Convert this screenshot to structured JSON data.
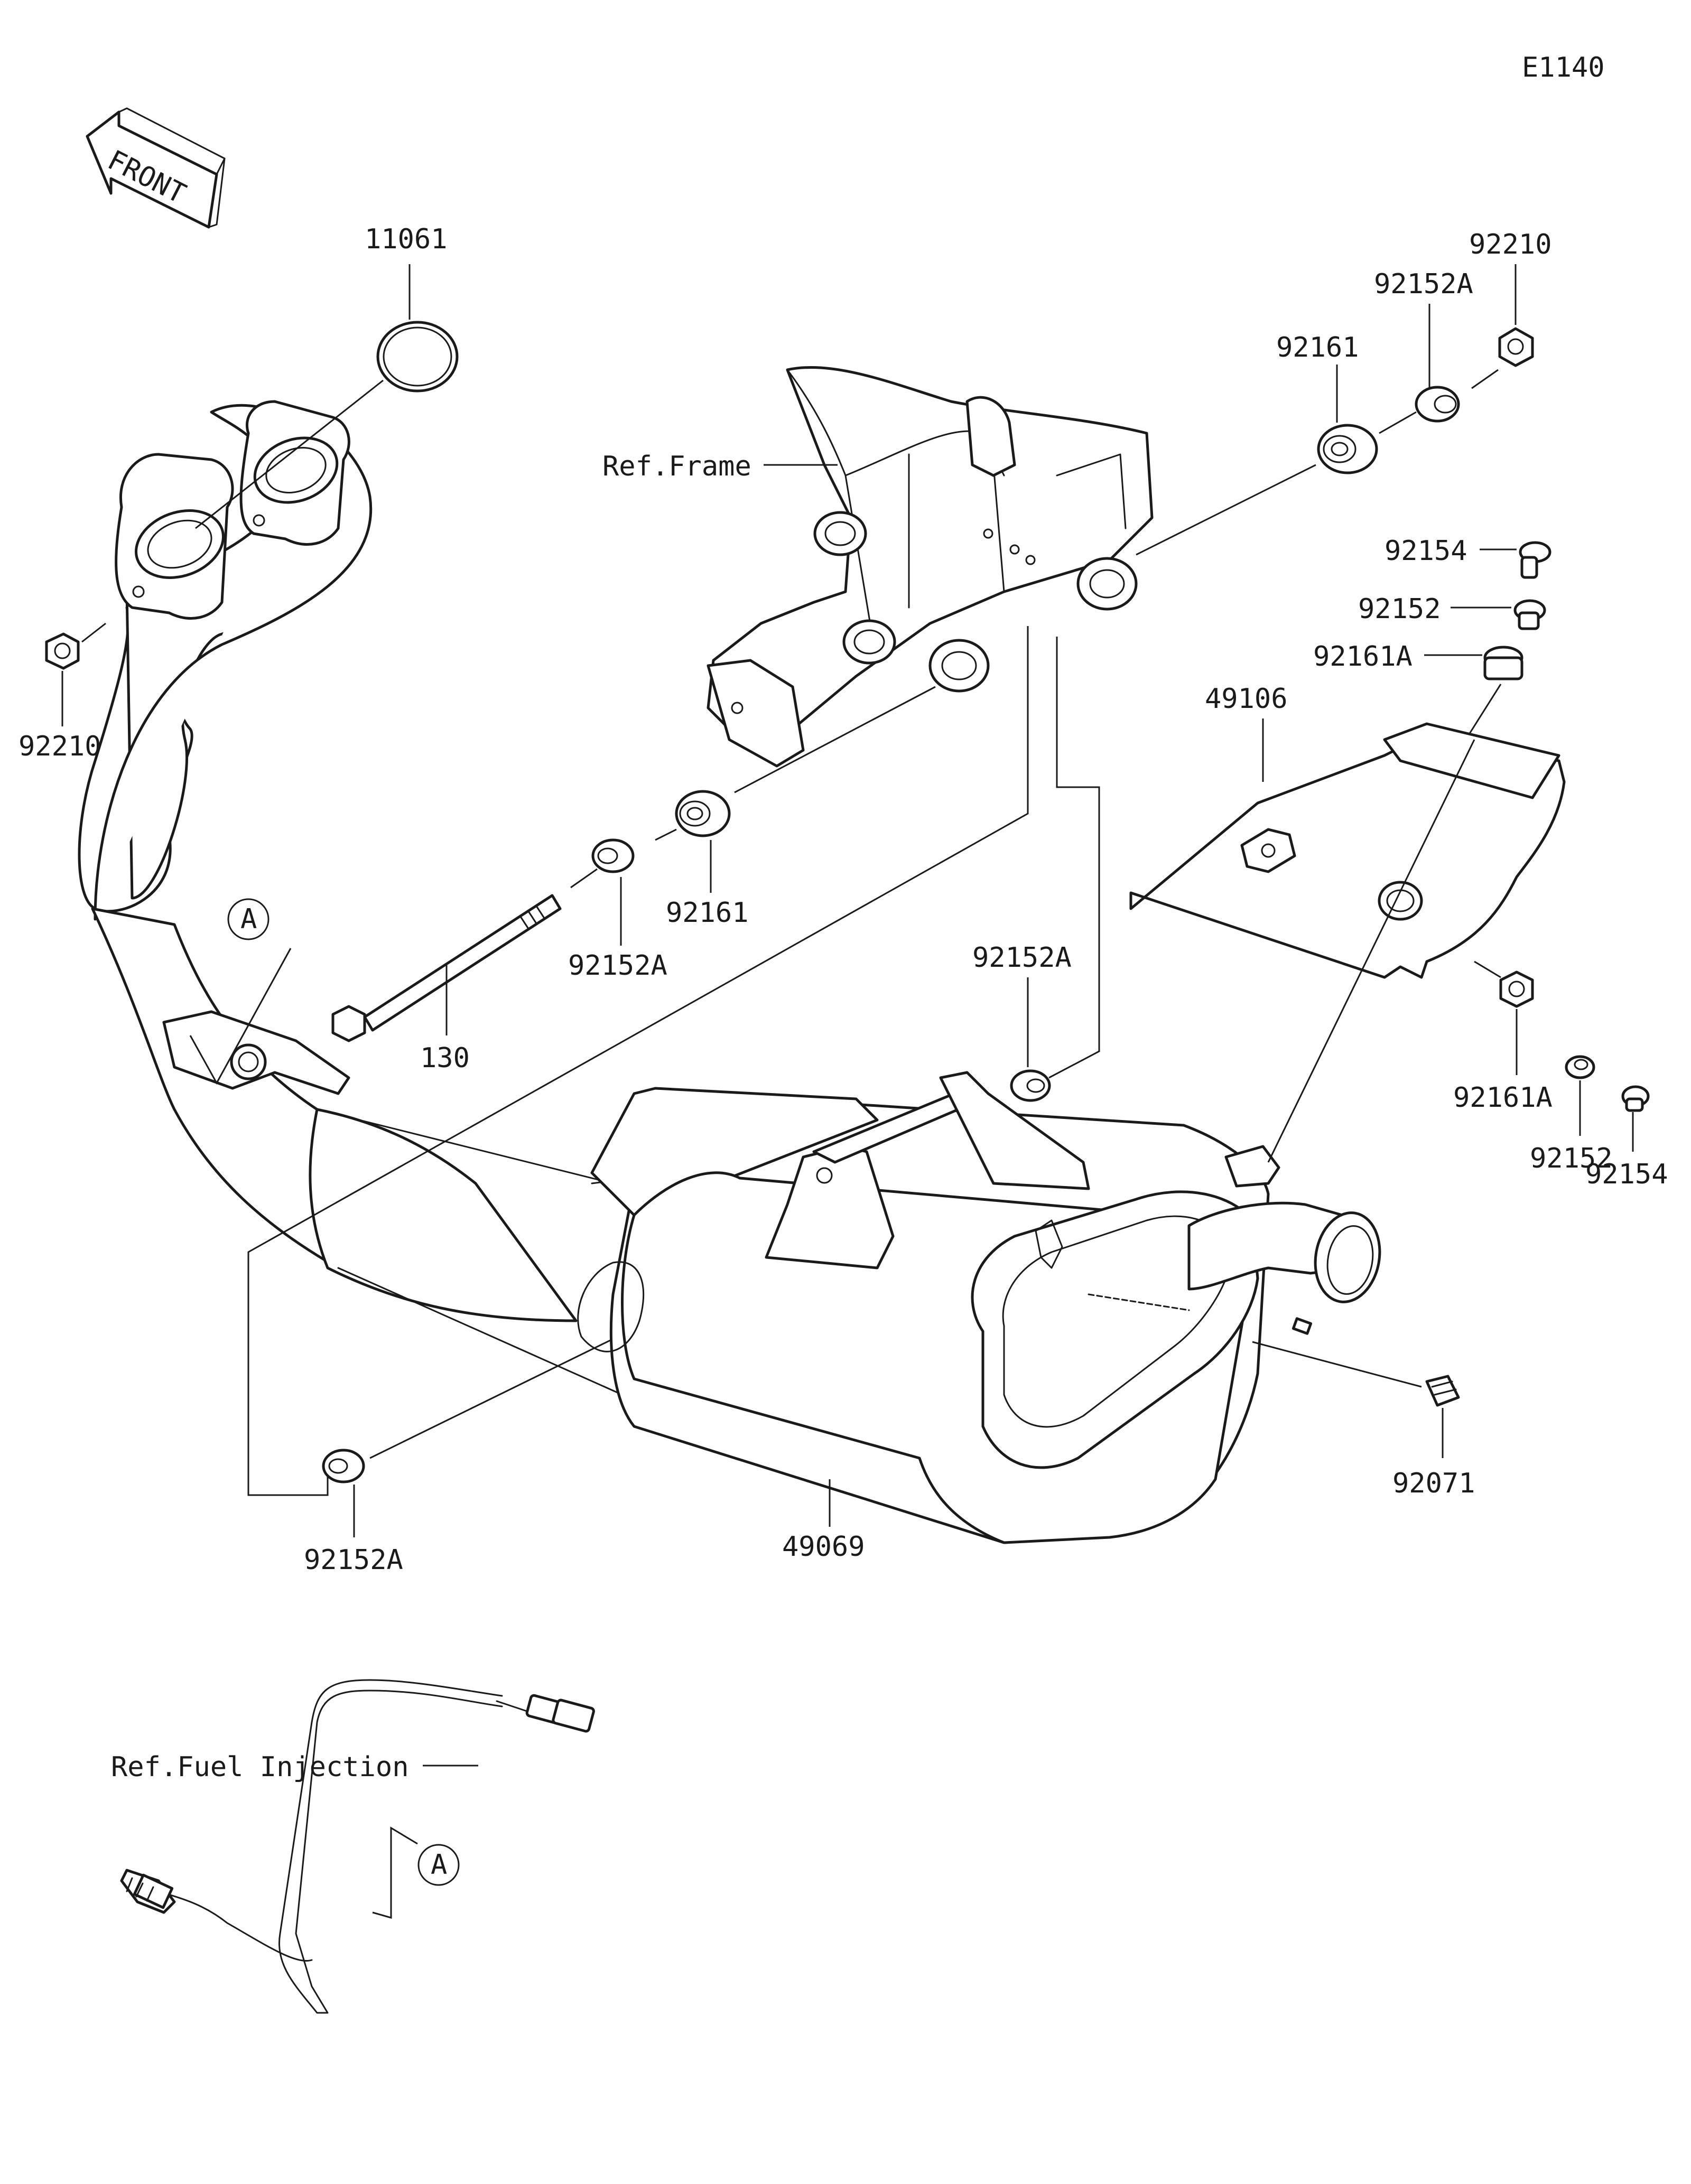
{
  "diagram_code": "E1140",
  "front_arrow_text": "FRONT",
  "references": {
    "frame": "Ref.Frame",
    "fuel_injection": "Ref.Fuel Injection"
  },
  "callout_marker": "A",
  "part_numbers": {
    "gasket": "11061",
    "nut_left": "92210",
    "nut_right": "92210",
    "collar_right_top": "92152A",
    "grommet_right_top": "92161",
    "bolt": "130",
    "collar_left": "92152A",
    "grommet_left": "92161",
    "collar_mid": "92152A",
    "collar_bottom": "92152A",
    "bolt_cover_top": "92154",
    "collar_cover_top": "92152",
    "grommet_cover_top": "92161A",
    "cover": "49106",
    "grommet_cover_bottom": "92161A",
    "collar_cover_bottom": "92152",
    "bolt_cover_bottom": "92154",
    "muffler": "49069",
    "cap": "92071"
  }
}
